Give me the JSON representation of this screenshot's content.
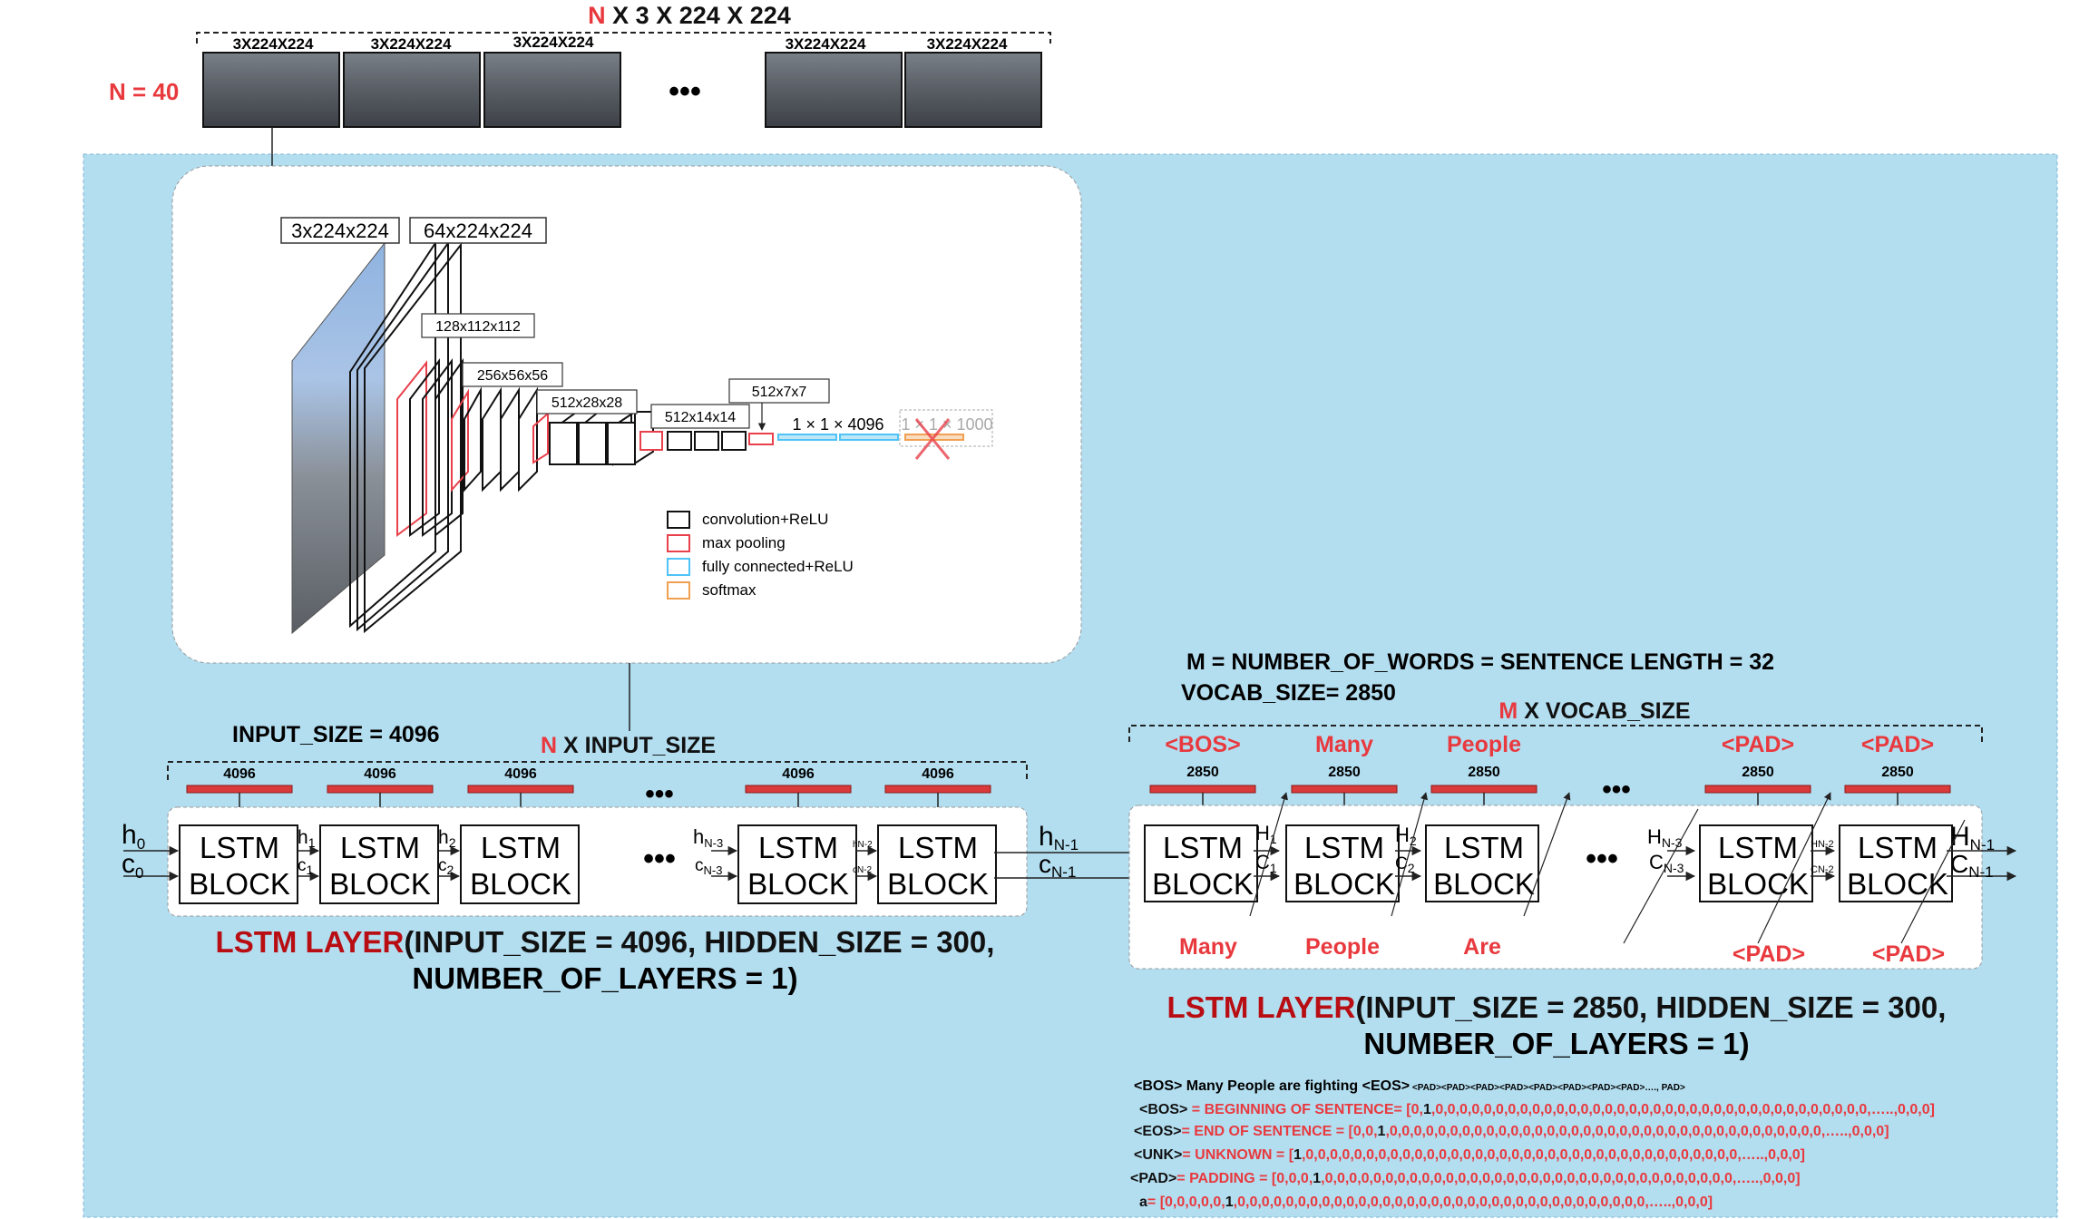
{
  "input": {
    "shape_prefix": "N",
    "shape_rest": " X 3 X 224 X 224",
    "n_label": "N = 40",
    "frame_label": "3X224X224",
    "ellipsis": "•••"
  },
  "vgg": {
    "dims": [
      "3x224x224",
      "64x224x224",
      "128x112x112",
      "256x56x56",
      "512x28x28",
      "512x14x14",
      "512x7x7"
    ],
    "fc_label": "1 × 1 × 4096",
    "out_label": "1 × 1 × 1000",
    "legend": [
      {
        "label": "convolution+ReLU",
        "color": "#111111"
      },
      {
        "label": "max pooling",
        "color": "#e8414b"
      },
      {
        "label": "fully connected+ReLU",
        "color": "#4fc3f7"
      },
      {
        "label": "softmax",
        "color": "#f0a050"
      }
    ]
  },
  "encoder": {
    "input_size_label": "INPUT_SIZE = 4096",
    "shape_prefix": "N",
    "shape_rest": " X INPUT_SIZE",
    "vector_label": "4096",
    "block_line1": "LSTM",
    "block_line2": "BLOCK",
    "h0": "h",
    "h0_sub": "0",
    "c0": "c",
    "c0_sub": "0",
    "h1": "h",
    "h1_sub": "1",
    "c1": "c",
    "c1_sub": "1",
    "h2": "h",
    "h2_sub": "2",
    "c2": "c",
    "c2_sub": "2",
    "hN3": "h",
    "hN3_sub": "N-3",
    "cN3": "c",
    "cN3_sub": "N-3",
    "hN2": "hN-2",
    "cN2": "cN-2",
    "hN1": "h",
    "hN1_sub": "N-1",
    "cN1": "c",
    "cN1_sub": "N-1",
    "ellipsis": "•••",
    "caption_red": "LSTM LAYER",
    "caption_line1": "(INPUT_SIZE = 4096, HIDDEN_SIZE = 300,",
    "caption_line2": "NUMBER_OF_LAYERS = 1)"
  },
  "decoder": {
    "m_label": "M = NUMBER_OF_WORDS = SENTENCE LENGTH = 32",
    "vocab_label": "VOCAB_SIZE= 2850",
    "shape_prefix": "M",
    "shape_rest": " X VOCAB_SIZE",
    "top_words": [
      "<BOS>",
      "Many",
      "People",
      "<PAD>",
      "<PAD>"
    ],
    "bottom_words": [
      "Many",
      "People",
      "Are",
      "<PAD>",
      "<PAD>"
    ],
    "vector_label": "2850",
    "H1": "H",
    "H1_sub": "1",
    "C1": "C",
    "C1_sub": "1",
    "H2": "H",
    "H2_sub": "2",
    "C2": "C",
    "C2_sub": "2",
    "HN3": "H",
    "HN3_sub": "N-3",
    "CN3": "C",
    "CN3_sub": "N-3",
    "HN2": "HN-2",
    "CN2": "CN-2",
    "HN1": "H",
    "HN1_sub": "N-1",
    "CN1": "C",
    "CN1_sub": "N-1",
    "ellipsis": "•••",
    "caption_red": "LSTM LAYER",
    "caption_line1": "(INPUT_SIZE = 2850, HIDDEN_SIZE = 300,",
    "caption_line2": "NUMBER_OF_LAYERS = 1)"
  },
  "notes": {
    "example_main": "<BOS> Many People are fighting <EOS>",
    "example_small": " <PAD><PAD><PAD><PAD><PAD><PAD><PAD><PAD>…., PAD>",
    "rows": [
      {
        "token": "<BOS>",
        "desc": " = BEGINNING OF SENTENCE= [0,",
        "bold": "1",
        "rest": ",0,0,0,0,0,0,0,0,0,0,0,0,0,0,0,0,0,0,0,0,0,0,0,0,0,0,0,0,0,0,0,0,0,0,0,0,…..,0,0,0]"
      },
      {
        "token": "<EOS>",
        "desc": "= END OF SENTENCE = [0,0,",
        "bold": "1",
        "rest": ",0,0,0,0,0,0,0,0,0,0,0,0,0,0,0,0,0,0,0,0,0,0,0,0,0,0,0,0,0,0,0,0,0,0,0,0,…..,0,0,0]"
      },
      {
        "token": "<UNK>",
        "desc": "= UNKNOWN = [",
        "bold": "1",
        "rest": ",0,0,0,0,0,0,0,0,0,0,0,0,0,0,0,0,0,0,0,0,0,0,0,0,0,0,0,0,0,0,0,0,0,0,0,0,…..,0,0,0]"
      },
      {
        "token": "<PAD>",
        "desc": "= PADDING = [0,0,0,",
        "bold": "1",
        "rest": ",0,0,0,0,0,0,0,0,0,0,0,0,0,0,0,0,0,0,0,0,0,0,0,0,0,0,0,0,0,0,0,0,0,0,…..,0,0,0]"
      },
      {
        "token": "a",
        "desc": "= [0,0,0,0,0,",
        "bold": "1",
        "rest": ",0,0,0,0,0,0,0,0,0,0,0,0,0,0,0,0,0,0,0,0,0,0,0,0,0,0,0,0,0,0,0,0,0,0,…..,0,0,0]"
      }
    ]
  },
  "colors": {
    "panel_bg": "#b3def0",
    "accent_red": "#e8393e",
    "dark_red": "#b80d12",
    "vector_bar": "#d93a3a"
  }
}
